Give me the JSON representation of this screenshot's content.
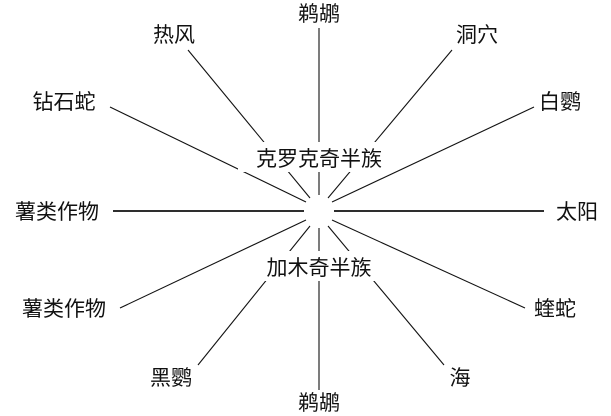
{
  "diagram": {
    "center_labels": {
      "upper": "克罗克奇半族",
      "lower": "加木奇半族"
    },
    "nodes": {
      "top": "鹈鹕",
      "top_left": "热风",
      "top_right": "洞穴",
      "upper_left": "钻石蛇",
      "upper_right": "白鹦",
      "left": "薯类作物",
      "right": "太阳",
      "lower_left": "薯类作物",
      "lower_right": "蝰蛇",
      "bottom_left": "黑鹦",
      "bottom_right": "海",
      "bottom": "鹈鹕"
    },
    "colors": {
      "ink": "#111111",
      "background": "#ffffff"
    }
  }
}
